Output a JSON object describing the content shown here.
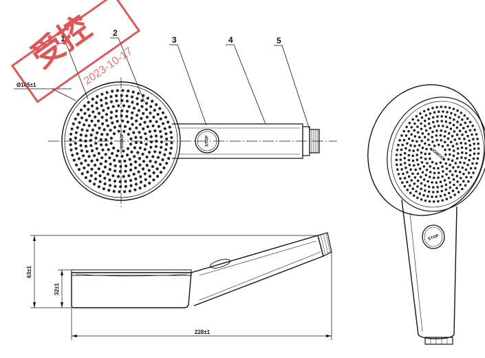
{
  "callouts": [
    "1",
    "2",
    "3",
    "4",
    "5"
  ],
  "dimensions": {
    "diameter": "Ø105±1",
    "height_total": "63±1",
    "height_head": "32±1",
    "length_total": "228±1"
  },
  "button_label": "STOP",
  "logo_text": "JOMOO",
  "stamp": {
    "text": "受控",
    "date": "2023-10-17",
    "color": "#d83a3a"
  }
}
